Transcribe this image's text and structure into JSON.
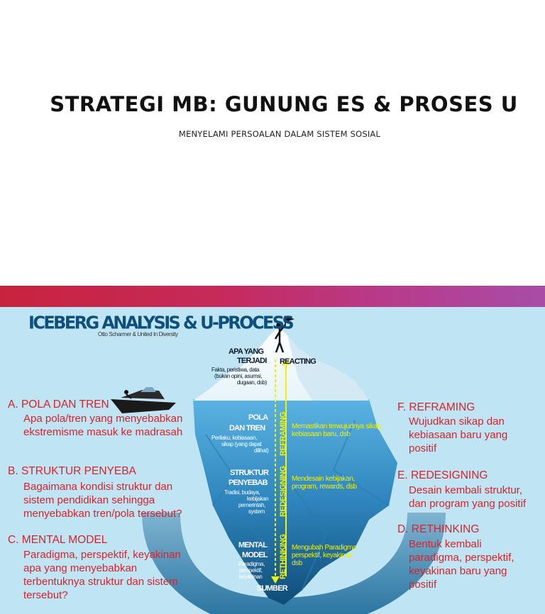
{
  "slide": {
    "title": "STRATEGI MB: GUNUNG ES & PROSES U",
    "subtitle": "MENYELAMI PERSOALAN DALAM SISTEM SOSIAL"
  },
  "iceberg": {
    "title": "ICEBERG ANALYSIS & U-PROCESS",
    "credit": "Otto Scharmer & United In Diversity",
    "levels": {
      "events": {
        "title_1": "APA YANG",
        "title_2": "TERJADI",
        "desc_1": "Fakta, peristiwa, data",
        "desc_2": "(bukan opini, asumsi,",
        "desc_3": "dugaan, dsb)",
        "action": "REACTING"
      },
      "patterns": {
        "title_1": "POLA",
        "title_2": "DAN TREN",
        "desc_1": "Perilaku, kebiasaan,",
        "desc_2": "sikap (yang dapat",
        "desc_3": "dilihat)",
        "side": "REFRAMING",
        "note_1": "Memastikan terwujudnya sikap,",
        "note_2": "kebiasaan baru, dsb"
      },
      "structure": {
        "title_1": "STRUKTUR",
        "title_2": "PENYEBAB",
        "desc_1": "Tradisi, budaya,",
        "desc_2": "kebijakan",
        "desc_3": "pemerintah,",
        "desc_4": "system",
        "side": "REDESIGNING",
        "note_1": "Mendesain kebijakan,",
        "note_2": "program, rewards, dsb"
      },
      "mental": {
        "title_1": "MENTAL",
        "title_2": "MODEL",
        "desc_1": "Paradigma,",
        "desc_2": "perspektif,",
        "desc_3": "keyakinan",
        "side": "RETHINKING",
        "note_1": "Mengubah Paradigma,",
        "note_2": "perspektif, keyakinan",
        "note_3": "dsb"
      },
      "source": "SUMBER"
    }
  },
  "left": {
    "a": {
      "heading": "A.  POLA DAN TREN",
      "line_1": "Apa pola/tren yang menyebabkan",
      "line_2": "ekstremisme masuk ke madrasah"
    },
    "b": {
      "heading": "B. STRUKTUR PENYEBA",
      "line_1": "Bagaimana kondisi struktur dan",
      "line_2": "sistem pendidikan sehingga",
      "line_3": "menyebabkan tren/pola tersebut?"
    },
    "c": {
      "heading": "C. MENTAL MODEL",
      "line_1": "Paradigma, perspektif, keyakinan",
      "line_2": "apa yang menyebabkan",
      "line_3": "terbentuknya struktur dan sistem",
      "line_4": "tersebut?"
    }
  },
  "right": {
    "f": {
      "heading": "F. REFRAMING",
      "line_1": "Wujudkan sikap dan",
      "line_2": "kebiasaan baru yang",
      "line_3": "positif"
    },
    "e": {
      "heading": "E. REDESIGNING",
      "line_1": "Desain kembali struktur,",
      "line_2": "dan program yang positif"
    },
    "d": {
      "heading": "D. RETHINKING",
      "line_1": "Bentuk kembali",
      "line_2": "paradigma, perspektif,",
      "line_3": "keyakinan baru yang",
      "line_4": "positif"
    }
  },
  "colors": {
    "accent_red": "#d8232a",
    "sea": "#bfe4f3",
    "ice_dark": "#0e4f7c",
    "arrow_yellow": "#f2f200",
    "banner": "#c8233e"
  }
}
